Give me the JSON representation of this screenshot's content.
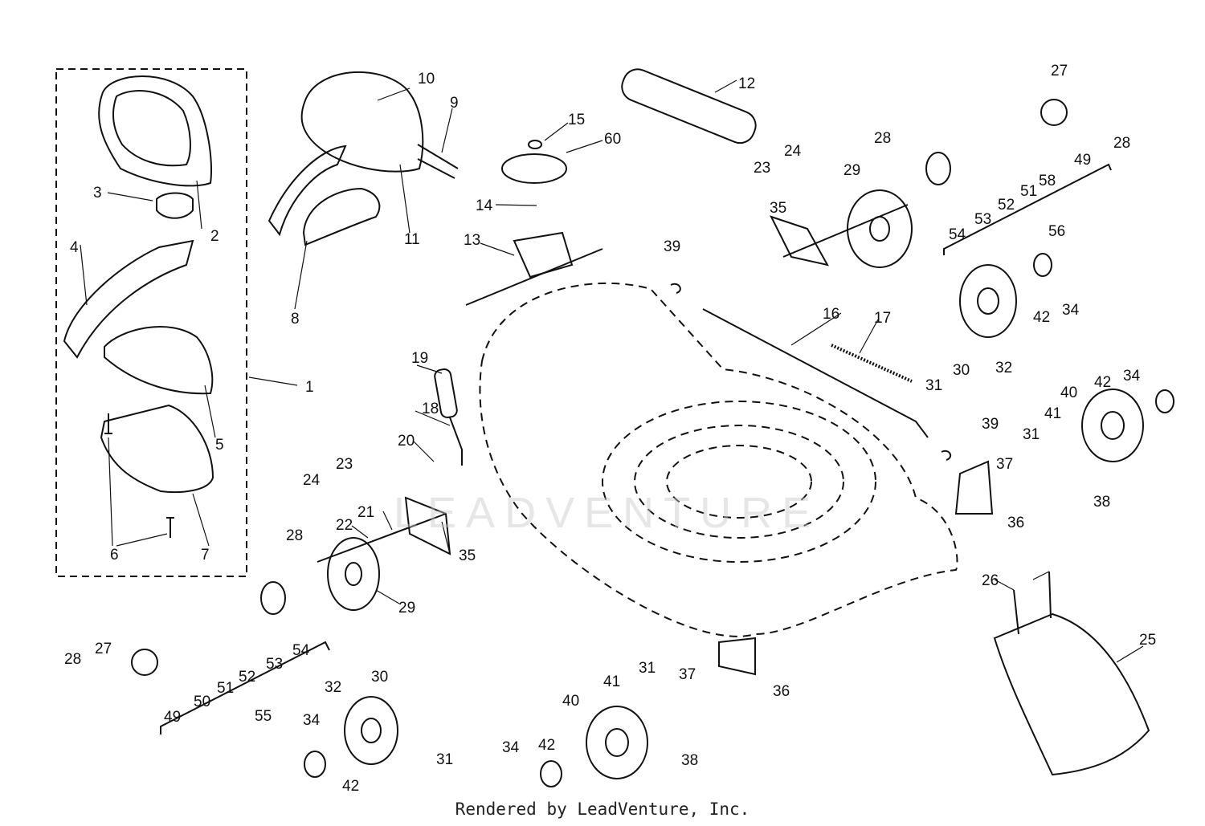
{
  "watermark": "LEADVENTURE",
  "footer": "Rendered by LeadVenture, Inc.",
  "callouts": {
    "c1": "1",
    "c2": "2",
    "c3": "3",
    "c4": "4",
    "c5": "5",
    "c6": "6",
    "c7": "7",
    "c8": "8",
    "c9": "9",
    "c10": "10",
    "c11": "11",
    "c12": "12",
    "c13": "13",
    "c14": "14",
    "c15": "15",
    "c16": "16",
    "c17": "17",
    "c18": "18",
    "c19": "19",
    "c20": "20",
    "c21": "21",
    "c22": "22",
    "c23a": "23",
    "c23b": "23",
    "c24a": "24",
    "c24b": "24",
    "c25": "25",
    "c26": "26",
    "c27a": "27",
    "c27b": "27",
    "c28a": "28",
    "c28b": "28",
    "c28c": "28",
    "c28d": "28",
    "c29a": "29",
    "c29b": "29",
    "c30a": "30",
    "c30b": "30",
    "c31a": "31",
    "c31b": "31",
    "c31c": "31",
    "c31d": "31",
    "c32a": "32",
    "c32b": "32",
    "c34a": "34",
    "c34b": "34",
    "c34c": "34",
    "c34d": "34",
    "c35a": "35",
    "c35b": "35",
    "c36a": "36",
    "c36b": "36",
    "c37a": "37",
    "c37b": "37",
    "c38a": "38",
    "c38b": "38",
    "c39a": "39",
    "c39b": "39",
    "c40a": "40",
    "c40b": "40",
    "c41a": "41",
    "c41b": "41",
    "c42a": "42",
    "c42b": "42",
    "c42c": "42",
    "c42d": "42",
    "c49a": "49",
    "c49b": "49",
    "c50": "50",
    "c51a": "51",
    "c51b": "51",
    "c52a": "52",
    "c52b": "52",
    "c53a": "53",
    "c53b": "53",
    "c54a": "54",
    "c54b": "54",
    "c55": "55",
    "c56": "56",
    "c58": "58",
    "c60": "60"
  }
}
